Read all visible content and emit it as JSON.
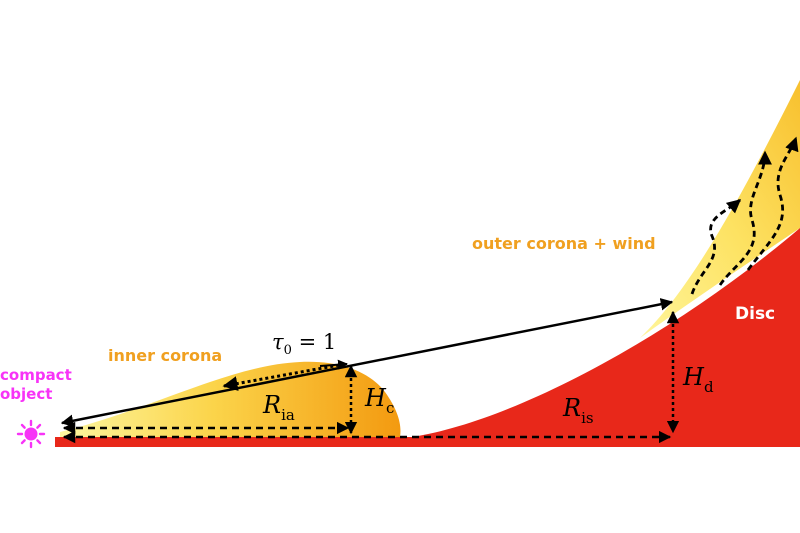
{
  "labels": {
    "compact_object_line1": "compact",
    "compact_object_line2": "object",
    "inner_corona": "inner corona",
    "outer_corona": "outer corona + wind",
    "disc": "Disc",
    "tau_symbol": "τ",
    "tau_sub": "0",
    "tau_rhs": " = 1",
    "R_ia_symbol": "R",
    "R_ia_sub": "ia",
    "R_is_symbol": "R",
    "R_is_sub": "is",
    "H_c_symbol": "H",
    "H_c_sub": "c",
    "H_d_symbol": "H",
    "H_d_sub": "d"
  },
  "colors": {
    "magenta": "#f733f7",
    "orange_text": "#f0a020",
    "disc_red": "#e8281a",
    "corona_orange": "#f5a11a",
    "corona_yellow": "#fdf06a",
    "outer_yellow": "#fbd147",
    "white_text": "#ffffff"
  },
  "icons": {
    "compact_object": "sun-star-icon"
  }
}
